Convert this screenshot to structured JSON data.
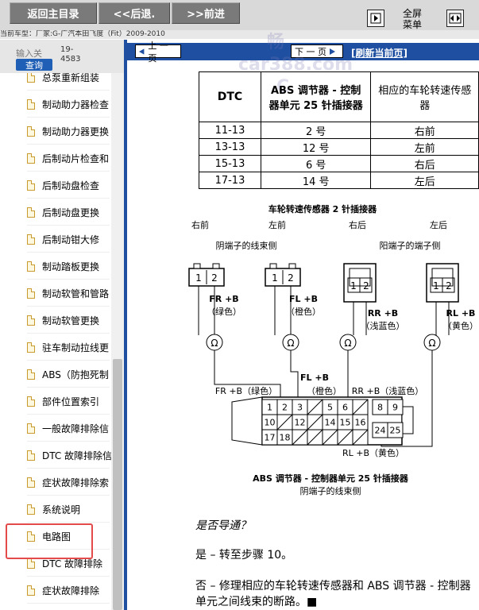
{
  "toolbar": {
    "home_label": "返回主目录",
    "back_label": "<<后退.",
    "forward_label": ">>前进",
    "fullscreen_line1": "全屏",
    "fullscreen_line2": "菜单"
  },
  "vehicle_info": "当前车型：厂家:G-广汽本田飞度（Fit）2009-2010",
  "sidebar": {
    "search_placeholder": "输入关",
    "search_button": "查询",
    "search_count_line1": "19-",
    "search_count_line2": "4583",
    "items": [
      "总泵重新组装",
      "制动助力器检查",
      "制动助力器更换",
      "后制动片检查和",
      "后制动盘检查",
      "后制动盘更换",
      "后制动钳大修",
      "制动踏板更换",
      "制动软管和管路",
      "制动软管更换",
      "驻车制动拉线更",
      "ABS（防抱死制",
      "部件位置索引",
      "一般故障排除信",
      "DTC 故障排除信",
      "症状故障排除索",
      "系统说明",
      "电路图",
      "DTC 故障排除",
      "症状故障排除"
    ]
  },
  "nav": {
    "prev_label": "上 一 页",
    "next_label": "下 一 页",
    "refresh_label": "[刷新当前页]"
  },
  "watermark": {
    "line1": "畅",
    "line2": "car388.com",
    "line3": "C"
  },
  "dtc_table": {
    "headers": [
      "DTC",
      "ABS 调节器 - 控制器单元 25 针插接器",
      "相应的车轮转速传感器"
    ],
    "rows": [
      [
        "11-13",
        "2 号",
        "右前"
      ],
      [
        "13-13",
        "12 号",
        "左前"
      ],
      [
        "15-13",
        "6 号",
        "右后"
      ],
      [
        "17-13",
        "14 号",
        "左后"
      ]
    ]
  },
  "diagram": {
    "title": "车轮转速传感器 2 针插接器",
    "positions": [
      "右前",
      "左前",
      "右后",
      "左后"
    ],
    "female_harness_side": "阴端子的线束侧",
    "female_terminal_side": "阳端子的端子侧",
    "pin1": "1",
    "pin2": "2",
    "sensors": [
      {
        "code": "FR +B",
        "color": "（绿色）"
      },
      {
        "code": "FL +B",
        "color": "（橙色）"
      },
      {
        "code": "RR +B",
        "color": "（浅蓝色）"
      },
      {
        "code": "RL +B",
        "color": "（黄色）"
      }
    ],
    "ohm": "Ω",
    "label_fr": "FR +B（绿色）",
    "label_fl": "FL +B",
    "label_fl_color": "（橙色）",
    "label_rr": "RR +B（浅蓝色）",
    "label_rl": "RL +B（黄色）",
    "pins_top": [
      "1",
      "2",
      "3",
      "",
      "5",
      "6",
      "",
      "8",
      "9"
    ],
    "pins_mid": [
      "10",
      "",
      "12",
      "",
      "14",
      "15",
      "16"
    ],
    "pins_bot": [
      "17",
      "18",
      ""
    ],
    "pin24": "24",
    "pin25": "25",
    "caption": "ABS 调节器 - 控制器单元 25 针插接器",
    "caption_sub": "阴端子的线束侧"
  },
  "body": {
    "question": "是否导通？",
    "yes": "是 – 转至步骤 10。",
    "no": "否 – 修理相应的车轮转速传感器和 ABS 调节器 - 控制器单元之间线束的断路。■"
  }
}
